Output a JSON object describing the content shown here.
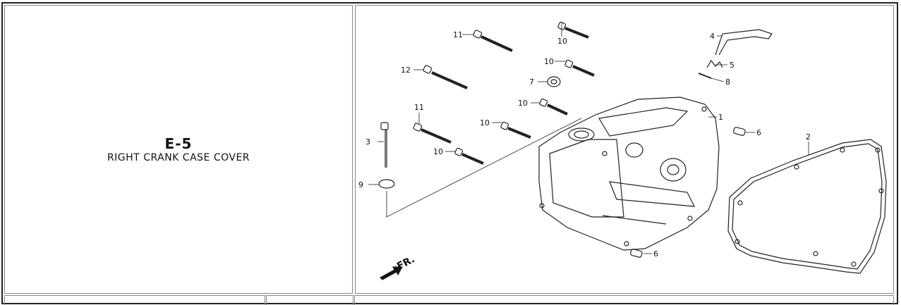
{
  "section": {
    "code": "E-5",
    "name": "RIGHT CRANK CASE COVER"
  },
  "diagram": {
    "front_label": "FR.",
    "callouts": [
      "1",
      "2",
      "3",
      "4",
      "5",
      "6",
      "6",
      "7",
      "8",
      "9",
      "10",
      "10",
      "10",
      "10",
      "10",
      "11",
      "11",
      "12"
    ]
  }
}
